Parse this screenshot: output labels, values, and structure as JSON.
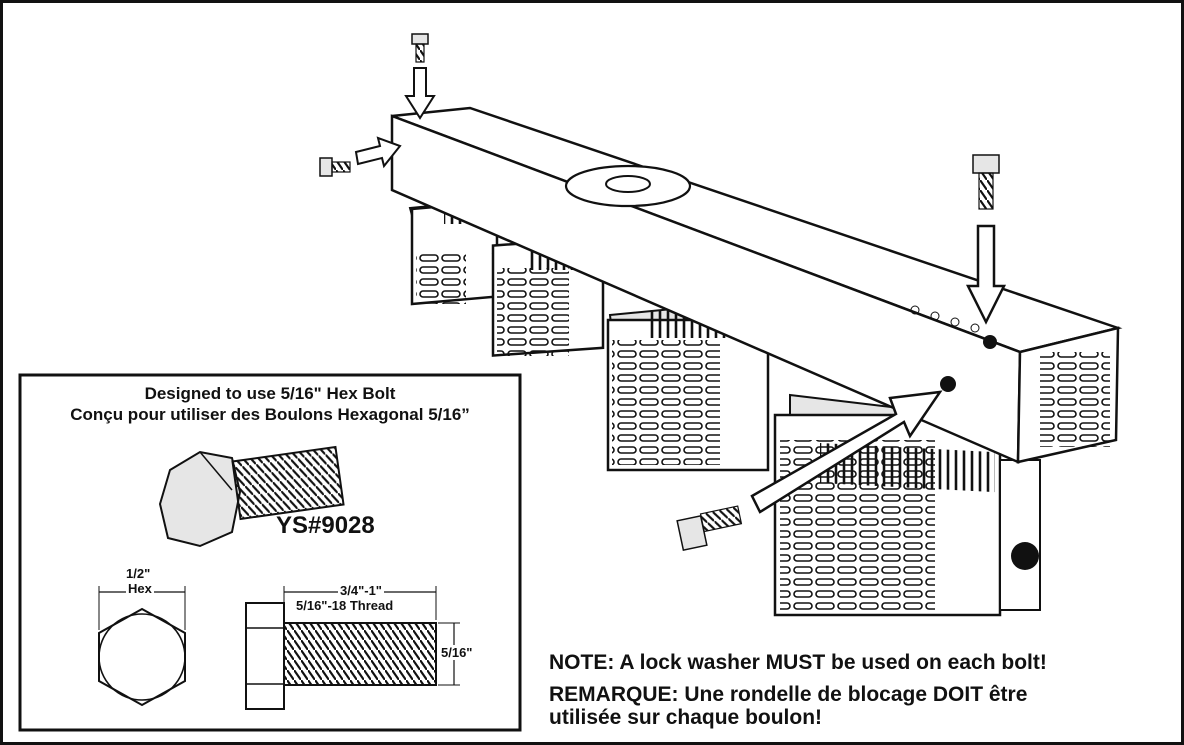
{
  "inset": {
    "title_en": "Designed to use 5/16\" Hex Bolt",
    "title_fr": "Conçu pour utiliser des Boulons Hexagonal 5/16”",
    "part_number": "YS#9028",
    "head_width_value": "1/2\"",
    "head_width_unit": "Hex",
    "bolt_length": "3/4\"-1\"",
    "thread_spec": "5/16\"-18 Thread",
    "diameter": "5/16\""
  },
  "notes": {
    "en": "NOTE: A lock washer MUST be used on each bolt!",
    "fr_line1": "REMARQUE: Une rondelle de blocage DOIT être",
    "fr_line2": "utilisée sur chaque boulon!"
  },
  "colors": {
    "ink": "#111111",
    "paper": "#ffffff",
    "light_gray": "#e6e6e6",
    "mid_gray": "#bdbdbd"
  },
  "icons": [
    "hex-bolt-icon",
    "down-arrow-icon",
    "right-arrow-icon"
  ]
}
